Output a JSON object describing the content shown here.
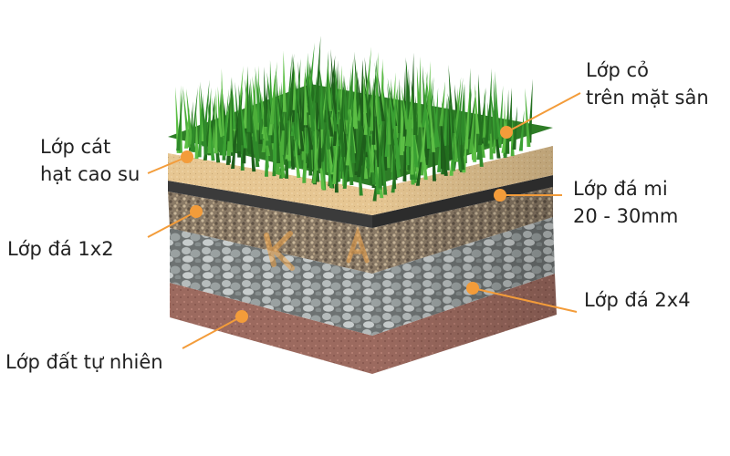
{
  "colors": {
    "accent": "#f39c3a",
    "text": "#222222",
    "grass": "#2f8a2a",
    "sand": "#e7c48f",
    "fine_stone": "#8c7b66",
    "coarse_stone": "#9aa0a0",
    "soil": "#a0685c"
  },
  "labels": {
    "grass_layer": {
      "line1": "Lớp cỏ",
      "line2": "trên mặt sân"
    },
    "rubber_sand": {
      "line1": "Lớp cát",
      "line2": "hạt cao su"
    },
    "fine_stone": {
      "line1": "Lớp đá mi",
      "line2": "20 - 30mm"
    },
    "stone_1x2": {
      "line1": "Lớp đá 1x2"
    },
    "stone_2x4": {
      "line1": "Lớp đá 2x4"
    },
    "natural_soil": {
      "line1": "Lớp đất tự nhiên"
    }
  }
}
